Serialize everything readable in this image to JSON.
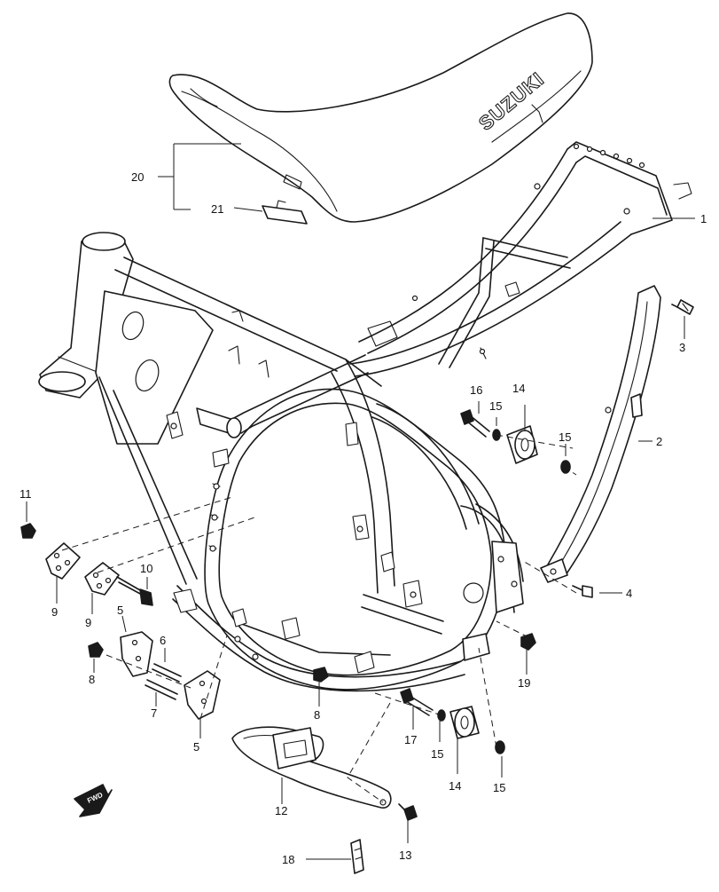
{
  "diagram": {
    "seat_brand": "SUZUKI",
    "fwd_arrow_text": "FWD",
    "callouts": [
      {
        "id": "c1",
        "label": "1"
      },
      {
        "id": "c2",
        "label": "2"
      },
      {
        "id": "c3",
        "label": "3"
      },
      {
        "id": "c4",
        "label": "4"
      },
      {
        "id": "c5a",
        "label": "5"
      },
      {
        "id": "c5b",
        "label": "5"
      },
      {
        "id": "c6",
        "label": "6"
      },
      {
        "id": "c7",
        "label": "7"
      },
      {
        "id": "c8a",
        "label": "8"
      },
      {
        "id": "c8b",
        "label": "8"
      },
      {
        "id": "c9a",
        "label": "9"
      },
      {
        "id": "c9b",
        "label": "9"
      },
      {
        "id": "c10",
        "label": "10"
      },
      {
        "id": "c11",
        "label": "11"
      },
      {
        "id": "c12",
        "label": "12"
      },
      {
        "id": "c13",
        "label": "13"
      },
      {
        "id": "c14a",
        "label": "14"
      },
      {
        "id": "c14b",
        "label": "14"
      },
      {
        "id": "c15a",
        "label": "15"
      },
      {
        "id": "c15b",
        "label": "15"
      },
      {
        "id": "c15c",
        "label": "15"
      },
      {
        "id": "c15d",
        "label": "15"
      },
      {
        "id": "c16",
        "label": "16"
      },
      {
        "id": "c17",
        "label": "17"
      },
      {
        "id": "c18",
        "label": "18"
      },
      {
        "id": "c19",
        "label": "19"
      },
      {
        "id": "c20",
        "label": "20"
      },
      {
        "id": "c21",
        "label": "21"
      }
    ],
    "colors": {
      "line": "#1a1a1a",
      "background": "#ffffff"
    }
  }
}
